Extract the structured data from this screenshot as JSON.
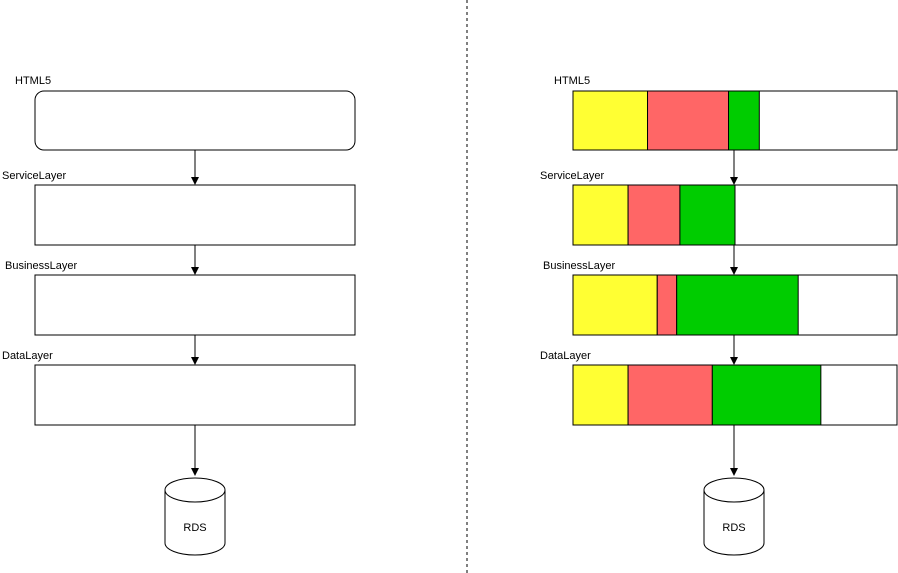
{
  "left": {
    "layers": [
      {
        "label": "HTML5"
      },
      {
        "label": "ServiceLayer"
      },
      {
        "label": "BusinessLayer"
      },
      {
        "label": "DataLayer"
      }
    ],
    "db_label": "RDS"
  },
  "right": {
    "layers": [
      {
        "label": "HTML5",
        "segments": [
          0.23,
          0.25,
          0.095
        ]
      },
      {
        "label": "ServiceLayer",
        "segments": [
          0.17,
          0.16,
          0.17
        ]
      },
      {
        "label": "BusinessLayer",
        "segments": [
          0.26,
          0.06,
          0.375
        ]
      },
      {
        "label": "DataLayer",
        "segments": [
          0.17,
          0.26,
          0.335
        ]
      }
    ],
    "db_label": "RDS"
  },
  "colors": {
    "yellow": "#ffff33",
    "red": "#ff6666",
    "green": "#00cc00",
    "stroke": "#000000"
  }
}
